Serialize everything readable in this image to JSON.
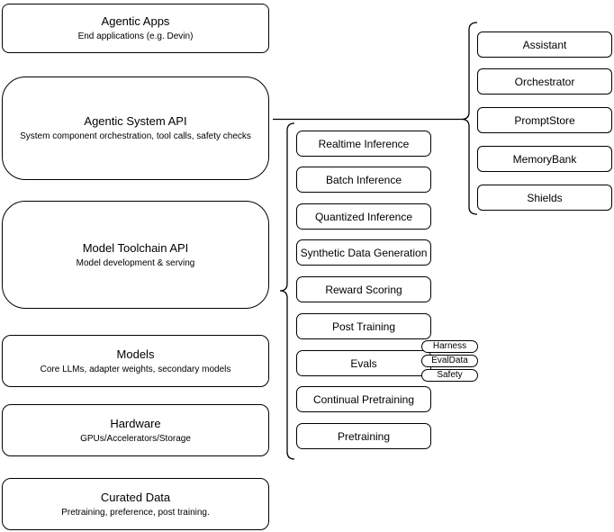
{
  "colors": {
    "stroke": "#000000",
    "fill": "#ffffff",
    "canvas": "#ffffff"
  },
  "layer_stack": [
    {
      "title": "Agentic Apps",
      "subtitle": "End applications (e.g. Devin)"
    },
    {
      "title": "Agentic System API",
      "subtitle": "System component orchestration, tool calls, safety checks"
    },
    {
      "title": "Model Toolchain API",
      "subtitle": "Model development & serving"
    },
    {
      "title": "Models",
      "subtitle": "Core LLMs, adapter weights, secondary models"
    },
    {
      "title": "Hardware",
      "subtitle": "GPUs/Accelerators/Storage"
    },
    {
      "title": "Curated Data",
      "subtitle": "Pretraining, preference, post training."
    }
  ],
  "toolchain_services": [
    "Realtime Inference",
    "Batch Inference",
    "Quantized Inference",
    "Synthetic Data Generation",
    "Reward Scoring",
    "Post Training",
    "Evals",
    "Continual Pretraining",
    "Pretraining"
  ],
  "eval_components": [
    "Harness",
    "EvalData",
    "Safety"
  ],
  "agentic_components": [
    "Assistant",
    "Orchestrator",
    "PromptStore",
    "MemoryBank",
    "Shields"
  ]
}
